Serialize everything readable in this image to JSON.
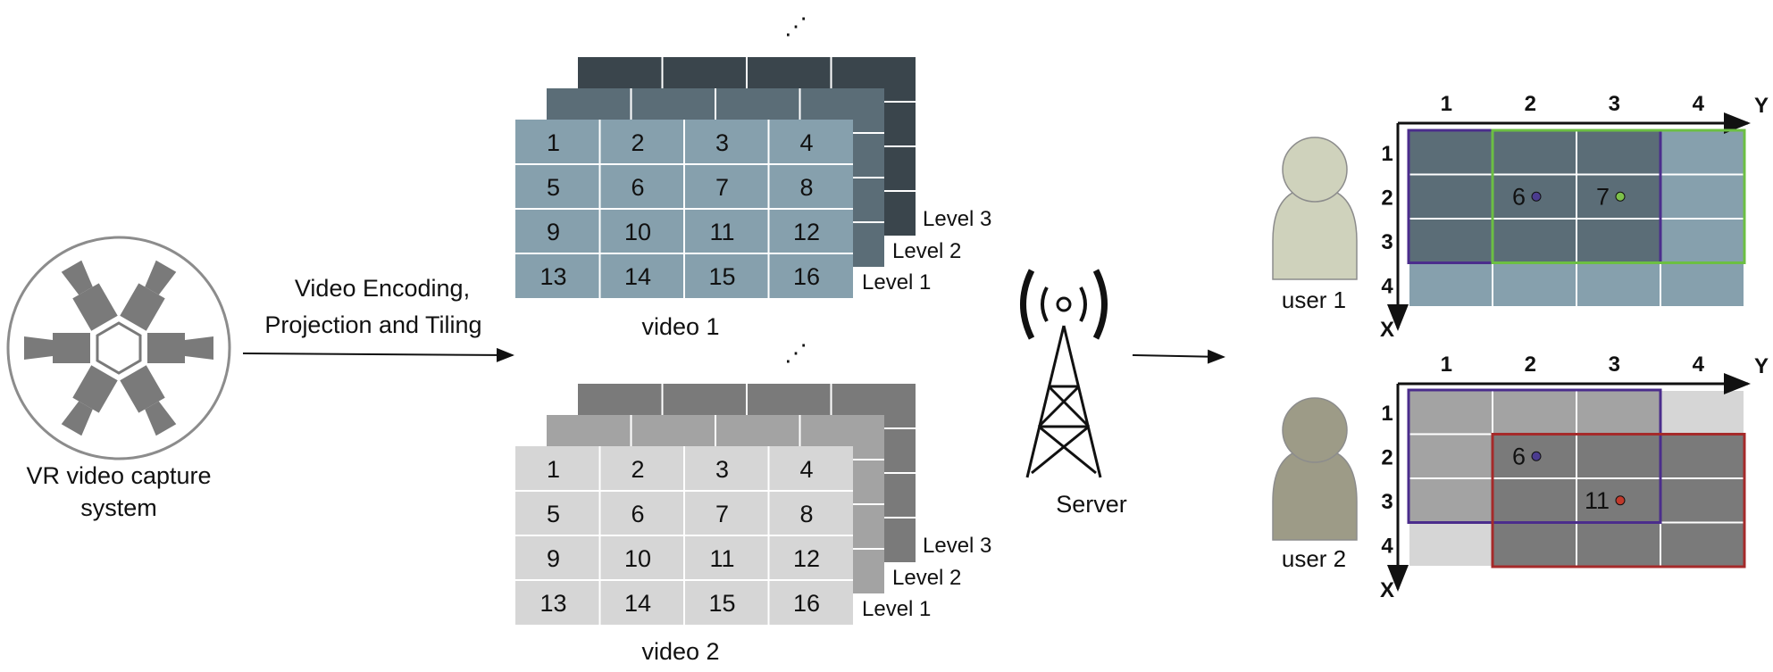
{
  "capture": {
    "label_line1": "VR video capture",
    "label_line2": "system"
  },
  "encoding": {
    "label_line1": "Video Encoding,",
    "label_line2": "Projection and Tiling"
  },
  "videos": [
    {
      "label": "video 1",
      "levels": [
        "Level 1",
        "Level 2",
        "Level 3"
      ],
      "tiles": [
        "1",
        "2",
        "3",
        "4",
        "5",
        "6",
        "7",
        "8",
        "9",
        "10",
        "11",
        "12",
        "13",
        "14",
        "15",
        "16"
      ],
      "colors": {
        "front": "#86a0ad",
        "mid": "#5b6d77",
        "back": "#3a454c"
      }
    },
    {
      "label": "video 2",
      "levels": [
        "Level 1",
        "Level 2",
        "Level 3"
      ],
      "tiles": [
        "1",
        "2",
        "3",
        "4",
        "5",
        "6",
        "7",
        "8",
        "9",
        "10",
        "11",
        "12",
        "13",
        "14",
        "15",
        "16"
      ],
      "colors": {
        "front": "#d6d6d6",
        "mid": "#a3a3a3",
        "back": "#7a7a7a"
      }
    }
  ],
  "ellipsis": "⋰",
  "server": {
    "label": "Server",
    "icon": "antenna-tower-icon"
  },
  "users": [
    {
      "label": "user 1",
      "avatar_color": "#cfd2bc",
      "axis_y_label": "Y",
      "axis_x_label": "X",
      "cols": [
        "1",
        "2",
        "3",
        "4"
      ],
      "rows": [
        "1",
        "2",
        "3",
        "4"
      ],
      "points": [
        {
          "label": "6",
          "color": "#4b3c8f"
        },
        {
          "label": "7",
          "color": "#7dc04a"
        }
      ],
      "viewports": [
        {
          "color": "#4b2d8c"
        },
        {
          "color": "#6cbf43"
        }
      ]
    },
    {
      "label": "user 2",
      "avatar_color": "#9d9b87",
      "axis_y_label": "Y",
      "axis_x_label": "X",
      "cols": [
        "1",
        "2",
        "3",
        "4"
      ],
      "rows": [
        "1",
        "2",
        "3",
        "4"
      ],
      "points": [
        {
          "label": "6",
          "color": "#4b3c8f"
        },
        {
          "label": "11",
          "color": "#c0392b"
        }
      ],
      "viewports": [
        {
          "color": "#4b2d8c"
        },
        {
          "color": "#a52a2a"
        }
      ]
    }
  ]
}
